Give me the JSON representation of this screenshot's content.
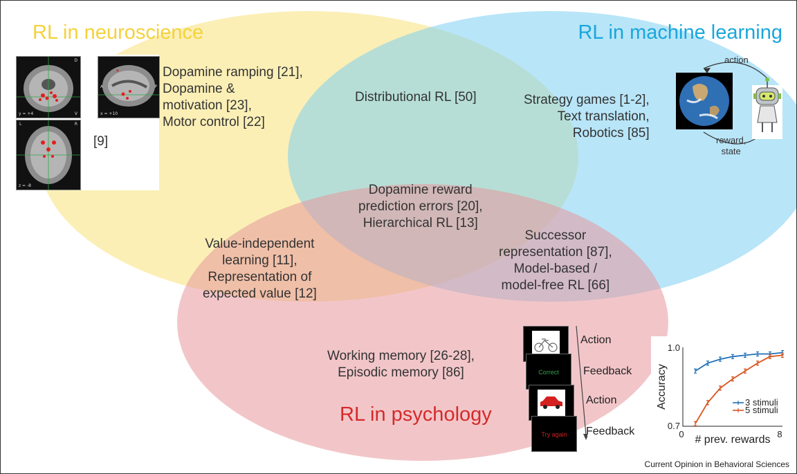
{
  "titles": {
    "neuroscience": "RL in neuroscience",
    "machine_learning": "RL in machine learning",
    "psychology": "RL in psychology"
  },
  "colors": {
    "neuroscience": "#f7e27a",
    "machine_learning": "#7ed0f2",
    "psychology": "#e8979c",
    "neuro_title": "#f4d23a",
    "ml_title": "#1aa6dc",
    "psych_title": "#d42a2a"
  },
  "regions": {
    "neuro_only": "Dopamine ramping [21],\nDopamine &\nmotivation [23],\nMotor control [22]",
    "neuro_ref": "[9]",
    "neuro_ml": "Distributional RL [50]",
    "ml_only": "Strategy games [1-2],\nText translation,\nRobotics [85]",
    "all_three": "Dopamine reward\nprediction errors [20],\nHierarchical RL [13]",
    "neuro_psych": "Value-independent\nlearning [11],\nRepresentation of\nexpected value [12]",
    "ml_psych": "Successor\nrepresentation [87],\nModel-based /\nmodel-free RL [66]",
    "psych_only": "Working memory [26-28],\nEpisodic memory [86]"
  },
  "agent_loop": {
    "action": "action",
    "reward_state": "reward,\nstate",
    "environment_icon": "earth-icon",
    "agent_icon": "robot-icon"
  },
  "brain_scans": {
    "coronal": {
      "tl": "",
      "tr": "D",
      "bl": "y = +4",
      "br": "V"
    },
    "sagittal": {
      "tl": "",
      "tr": "",
      "bl": "x = +10",
      "ml": "A",
      "mr": "P"
    },
    "axial": {
      "tl": "L",
      "tr": "R",
      "bl": "z = -8"
    }
  },
  "task_sequence": {
    "screens": [
      "bicycle-icon",
      "Correct",
      "car-icon",
      "Try again"
    ],
    "labels": [
      "Action",
      "Feedback",
      "Action",
      "Feedback"
    ]
  },
  "chart_data": {
    "type": "line",
    "title": "",
    "xlabel": "# prev. rewards",
    "ylabel": "Accuracy",
    "xlim": [
      0,
      8
    ],
    "ylim": [
      0.7,
      1.0
    ],
    "xticks": [
      "0",
      "8"
    ],
    "yticks": [
      "0.7",
      "1.0"
    ],
    "legend_position": "bottom-right",
    "series": [
      {
        "name": "3 stimuli",
        "color": "#1f6fb5",
        "x": [
          1,
          2,
          3,
          4,
          5,
          6,
          7,
          8
        ],
        "y": [
          0.91,
          0.94,
          0.955,
          0.965,
          0.97,
          0.975,
          0.975,
          0.98
        ]
      },
      {
        "name": "5 stimuli",
        "color": "#d9541e",
        "x": [
          1,
          2,
          3,
          4,
          5,
          6,
          7,
          8
        ],
        "y": [
          0.71,
          0.79,
          0.845,
          0.88,
          0.91,
          0.94,
          0.965,
          0.97
        ]
      }
    ]
  },
  "footer": "Current Opinion in Behavioral Sciences"
}
